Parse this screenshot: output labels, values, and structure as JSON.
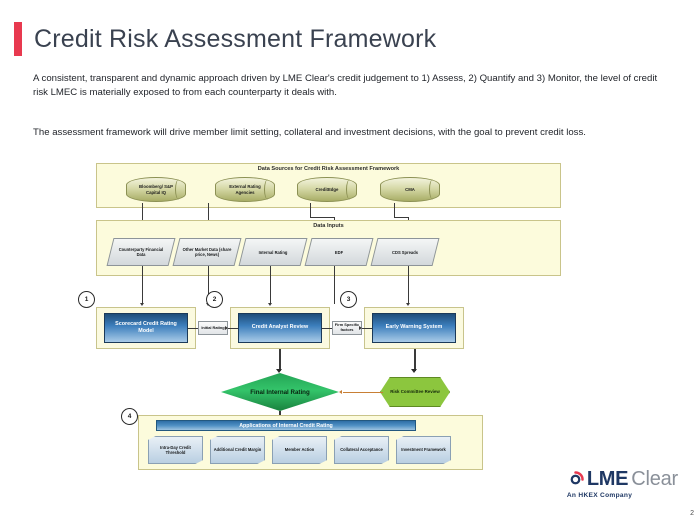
{
  "header": {
    "title": "Credit Risk Assessment Framework",
    "accent_color": "#e8394f"
  },
  "intro": {
    "paragraph1": "A consistent, transparent  and dynamic  approach driven by LME Clear's credit judgement to 1) Assess, 2) Quantify and  3) Monitor, the level of credit risk LMEC is materially exposed to from each counterparty it deals with.",
    "paragraph2": "The assessment framework will drive member limit setting, collateral and investment decisions, with the goal to prevent credit loss."
  },
  "diagram": {
    "data_sources": {
      "band_title": "Data Sources for Credit Risk Assessment Framework",
      "items": [
        {
          "label": "Bloomberg/ S&P Capital IQ"
        },
        {
          "label": "External Rating Agencies"
        },
        {
          "label": "CreditEdge"
        },
        {
          "label": "CMA"
        }
      ]
    },
    "data_inputs": {
      "band_title": "Data Inputs",
      "items": [
        {
          "label": "Counterparty Financial Data"
        },
        {
          "label": "Other Market Data (share price, News)"
        },
        {
          "label": "Internal Rating"
        },
        {
          "label": "EDF"
        },
        {
          "label": "CDS Spreads"
        }
      ]
    },
    "process": {
      "steps": [
        {
          "number": "1",
          "label": "Scorecard Credit Rating Model"
        },
        {
          "number": "2",
          "label": "Credit Analyst Review"
        },
        {
          "number": "3",
          "label": "Early Warning System"
        }
      ],
      "connector_labels": [
        {
          "label": "Initial Rating"
        },
        {
          "label": "Firm Specific factors"
        }
      ]
    },
    "outcome": {
      "final_rating": "Final Internal Rating",
      "risk_committee": "Risk Committee Review"
    },
    "applications": {
      "step_number": "4",
      "header": "Applications of Internal Credit Rating",
      "items": [
        {
          "label": "Intra-Day Credit Threshold"
        },
        {
          "label": "Additional Credit Margin"
        },
        {
          "label": "Member Action"
        },
        {
          "label": "Collateral Acceptance"
        },
        {
          "label": "Investment Framework"
        }
      ]
    }
  },
  "footer": {
    "logo_primary": "LME",
    "logo_secondary": "Clear",
    "logo_tagline": "An HKEX Company",
    "page_number": "2"
  }
}
